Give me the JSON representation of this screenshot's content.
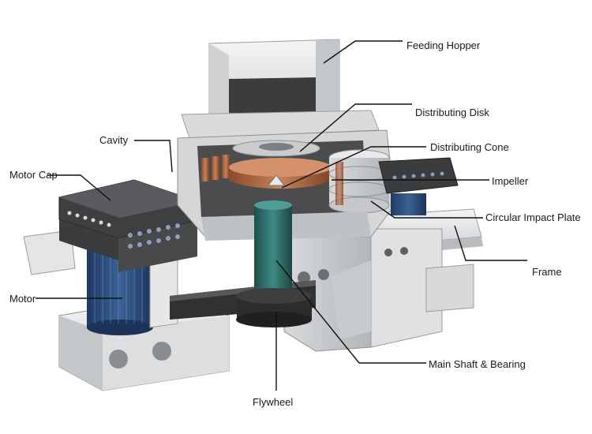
{
  "labels": {
    "feeding_hopper": "Feeding Hopper",
    "distributing_disk": "Distributing Disk",
    "cavity": "Cavity",
    "distributing_cone": "Distributing Cone",
    "motor_cap": "Motor Cap",
    "impeller": "Impeller",
    "circular_impact_plate": "Circular Impact Plate",
    "frame": "Frame",
    "motor": "Motor",
    "main_shaft_bearing": "Main Shaft & Bearing",
    "flywheel": "Flywheel"
  },
  "colors": {
    "metal_light": "#e9eaeb",
    "metal_mid": "#cfd1d3",
    "metal_dark": "#a9acaf",
    "motor_blue": "#2f4f7f",
    "shaft_teal": "#2f6e69",
    "copper": "#b5704a",
    "leader_line": "#111111"
  }
}
